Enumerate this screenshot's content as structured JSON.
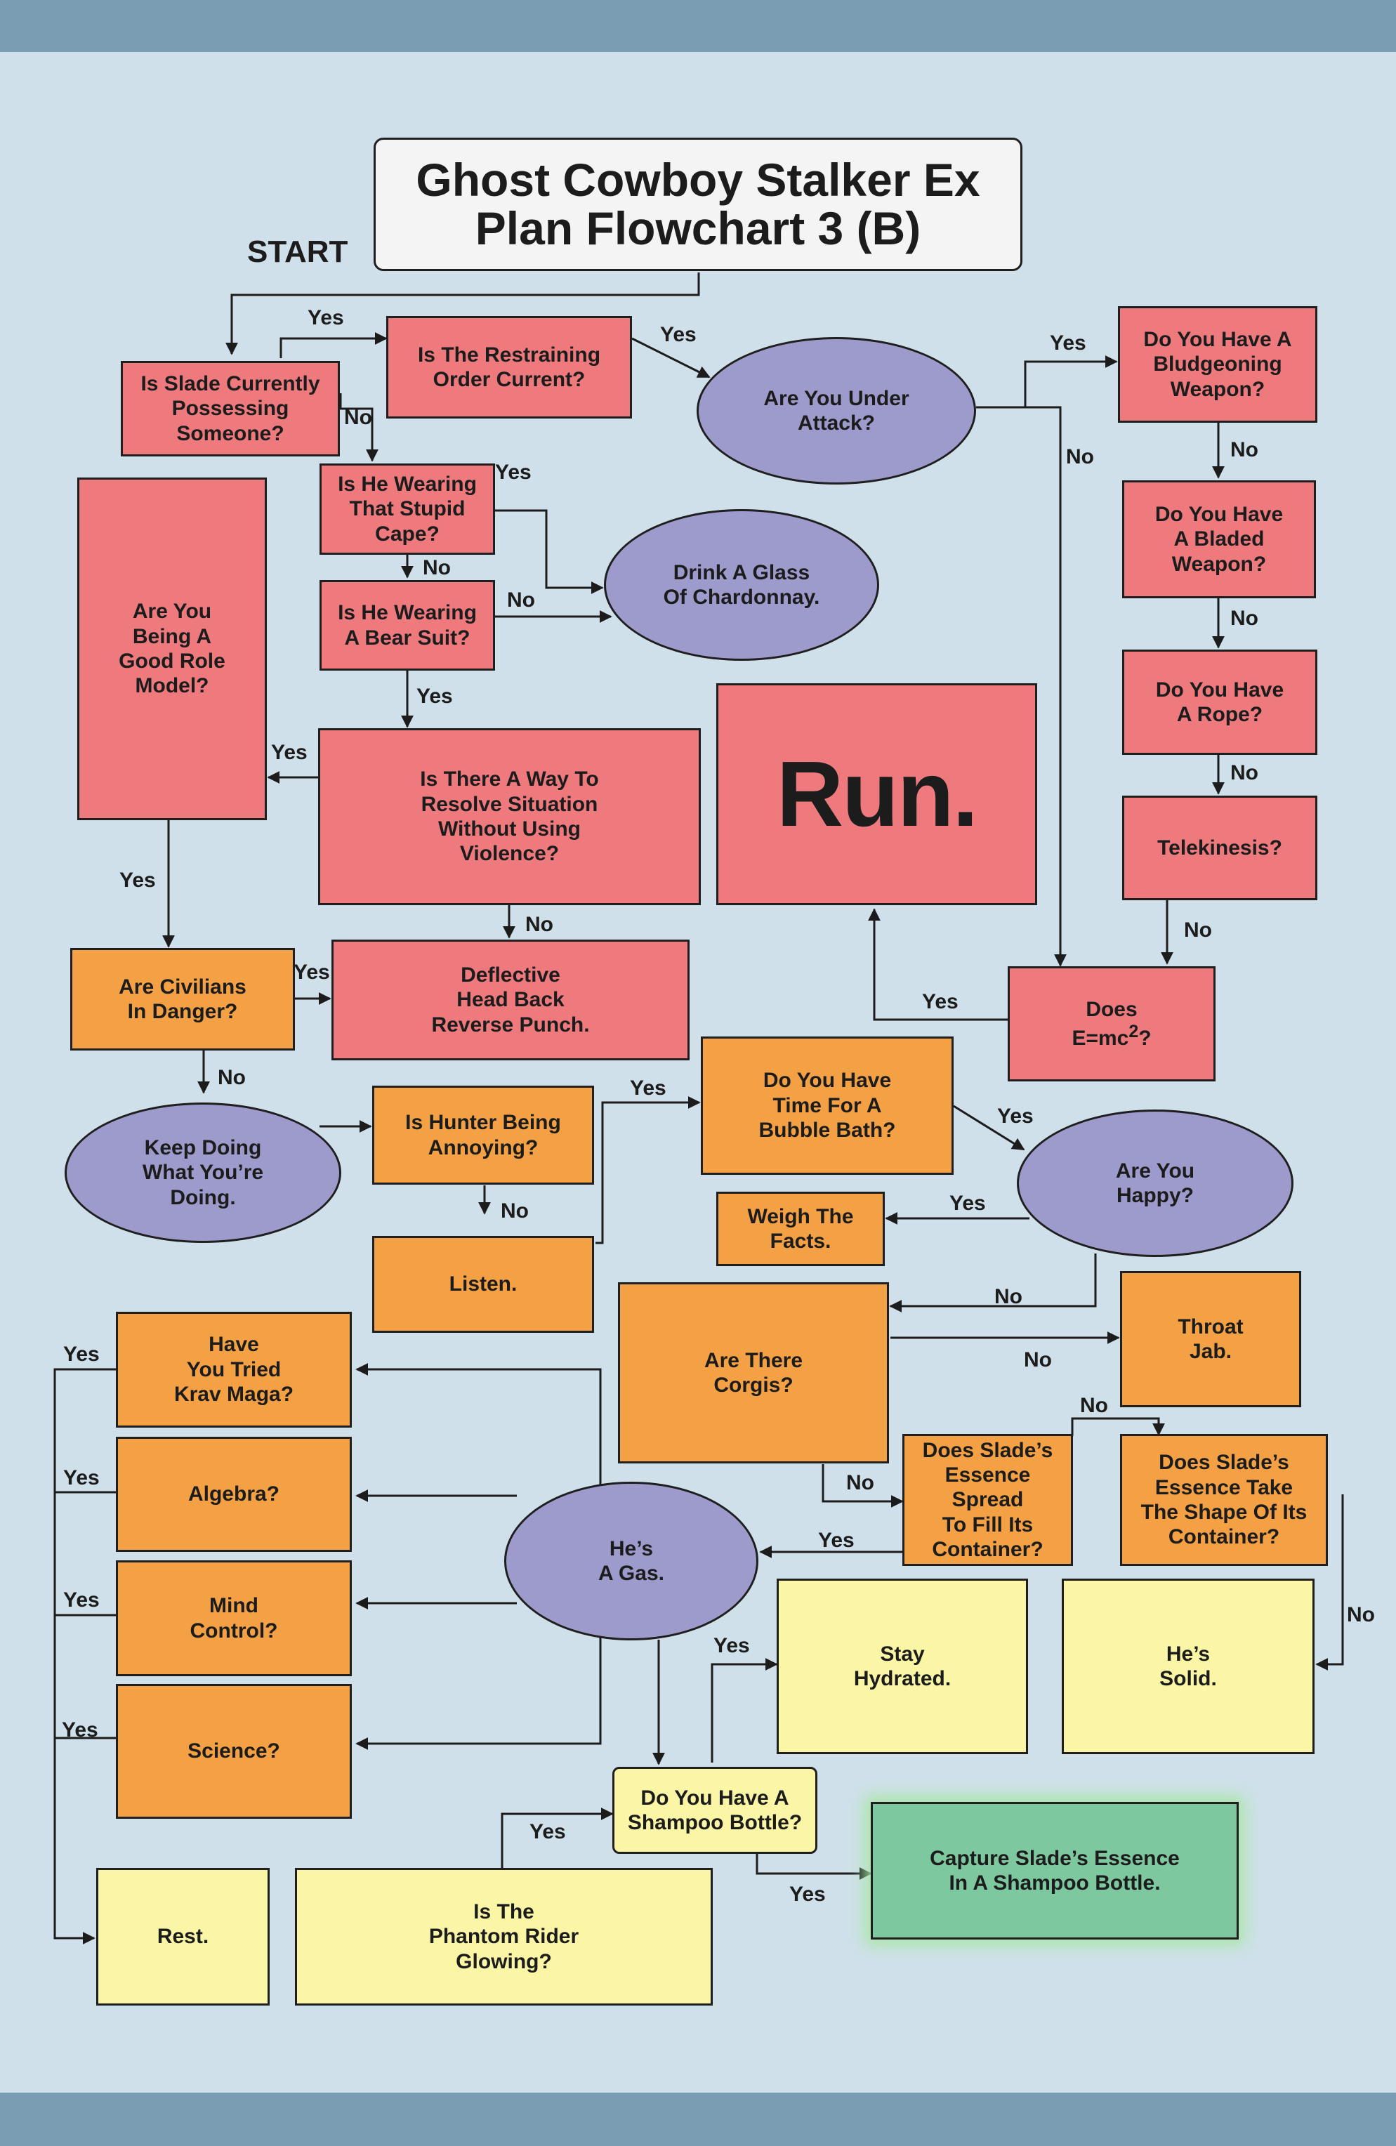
{
  "title": "Ghost Cowboy Stalker Ex\nPlan Flowchart 3 (B)",
  "start": "START",
  "colors": {
    "background": "#cfe0ea",
    "band": "#7b9db4",
    "red": "#ee7a7e",
    "orange": "#f4a044",
    "yellow": "#fbf6a6",
    "purple": "#9d9bcc",
    "green": "#7ec8a0"
  },
  "nodes": {
    "slade_possessing": "Is Slade Currently\nPossessing\nSomeone?",
    "restraining_order": "Is The Restraining\nOrder Current?",
    "under_attack": "Are You Under\nAttack?",
    "bludgeoning": "Do You Have A\nBludgeoning\nWeapon?",
    "bladed": "Do You Have\nA Bladed\nWeapon?",
    "rope": "Do You Have\nA Rope?",
    "telekinesis": "Telekinesis?",
    "stupid_cape": "Is He Wearing\nThat Stupid\nCape?",
    "bear_suit": "Is He Wearing\nA Bear Suit?",
    "chardonnay": "Drink A Glass\nOf Chardonnay.",
    "role_model": "Are You\nBeing A\nGood Role\nModel?",
    "resolve": "Is There A Way To\nResolve Situation\nWithout Using\nViolence?",
    "run": "Run.",
    "civilians": "Are Civilians\nIn Danger?",
    "punch": "Deflective\nHead Back\nReverse Punch.",
    "emc_prefix": "Does\nE=mc",
    "emc_exp": "2",
    "emc_suffix": "?",
    "keep_doing": "Keep Doing\nWhat You’re\nDoing.",
    "hunter": "Is Hunter Being\nAnnoying?",
    "bubble_bath": "Do You Have\nTime For A\nBubble Bath?",
    "happy": "Are You\nHappy?",
    "weigh_facts": "Weigh The\nFacts.",
    "listen": "Listen.",
    "corgis": "Are There\nCorgis?",
    "throat_jab": "Throat\nJab.",
    "krav_maga": "Have\nYou Tried\nKrav Maga?",
    "essence_spread": "Does Slade’s\nEssence Spread\nTo Fill Its\nContainer?",
    "essence_shape": "Does Slade’s\nEssence Take\nThe Shape Of Its\nContainer?",
    "algebra": "Algebra?",
    "gas": "He’s\nA Gas.",
    "mind_control": "Mind\nControl?",
    "stay_hydrated": "Stay\nHydrated.",
    "solid": "He’s\nSolid.",
    "science": "Science?",
    "shampoo_bottle": "Do You Have A\nShampoo Bottle?",
    "capture": "Capture Slade’s Essence\nIn A Shampoo Bottle.",
    "rest": "Rest.",
    "phantom_rider": "Is The\nPhantom Rider\nGlowing?"
  },
  "edge_labels": {
    "yes": "Yes",
    "no": "No"
  }
}
